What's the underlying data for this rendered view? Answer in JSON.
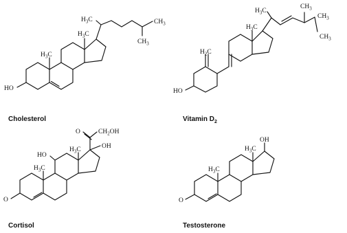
{
  "molecules": [
    {
      "name": "Cholesterol",
      "groups": {
        "h3c_c18": "H3C",
        "h3c_c19": "H3C",
        "h3c_side": "H3C",
        "ch3_end": "CH3",
        "ch3_low": "CH3",
        "ho": "HO"
      }
    },
    {
      "name": "Vitamin D2",
      "name_main": "Vitamin D",
      "name_sub": "2",
      "groups": {
        "h2c": "H2C",
        "h3c_c18": "H3C",
        "h3c_side": "H3C",
        "ch3_top": "CH3",
        "ch3_r1": "CH3",
        "ch3_r2": "CH3",
        "ho": "HO"
      }
    },
    {
      "name": "Cortisol",
      "groups": {
        "o_ketone_side": "O",
        "ch2oh": "CH2OH",
        "oh_17": "OH",
        "ho_11": "HO",
        "h3c_c18": "H3C",
        "h3c_c19": "H3C",
        "o_3": "O"
      }
    },
    {
      "name": "Testosterone",
      "groups": {
        "oh_17": "OH",
        "h3c_c18": "H3C",
        "h3c_c19": "H3C",
        "o_3": "O"
      }
    }
  ]
}
